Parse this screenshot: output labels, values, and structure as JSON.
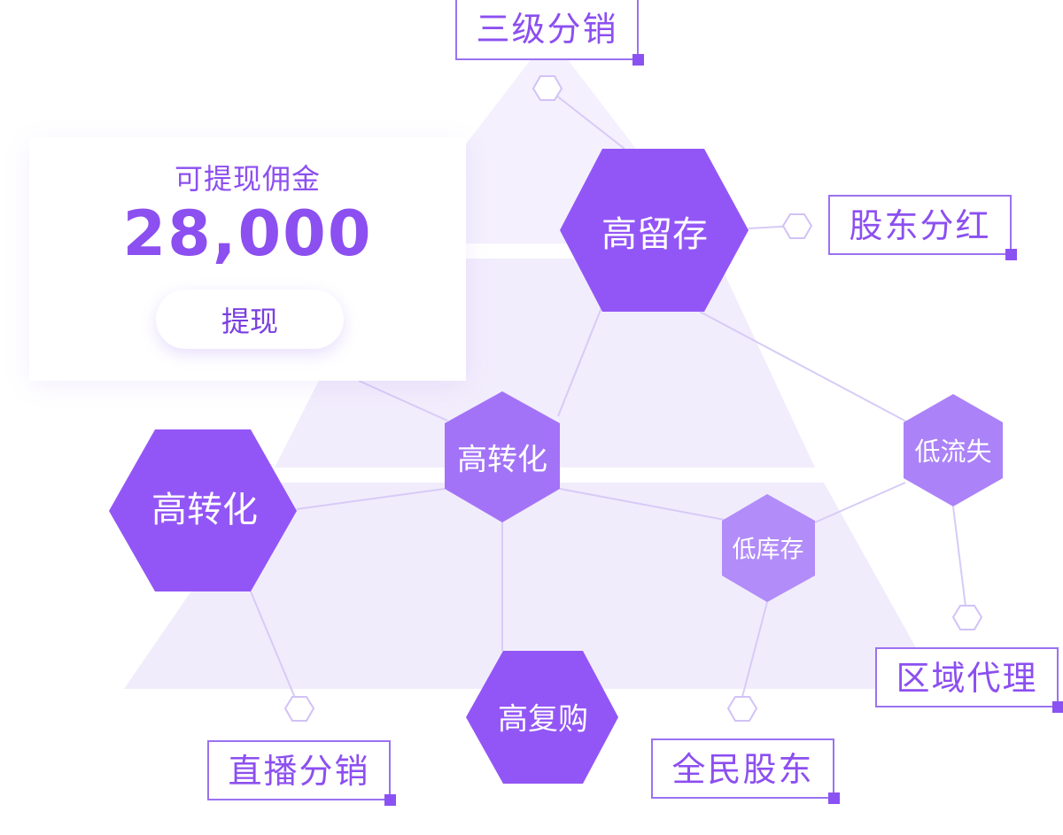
{
  "withdraw_card": {
    "title": "可提现佣金",
    "amount": "28,000",
    "button_label": "提现"
  },
  "hexagons": [
    {
      "id": "retention",
      "label": "高留存"
    },
    {
      "id": "conversion-center",
      "label": "高转化"
    },
    {
      "id": "conversion-left",
      "label": "高转化"
    },
    {
      "id": "repurchase",
      "label": "高复购"
    },
    {
      "id": "low-inventory",
      "label": "低库存"
    },
    {
      "id": "low-churn",
      "label": "低流失"
    }
  ],
  "tags": {
    "three_level": "三级分销",
    "shareholder_dividend": "股东分红",
    "regional_agent": "区域代理",
    "live_distribution": "直播分销",
    "all_shareholders": "全民股东"
  },
  "colors": {
    "primary": "#8c4ff0",
    "hex_dark": "#9356f6",
    "hex_mid": "#a373f7",
    "hex_light": "#b28cf9",
    "line": "#d7cbf7",
    "pyramid": "#f3effd"
  }
}
